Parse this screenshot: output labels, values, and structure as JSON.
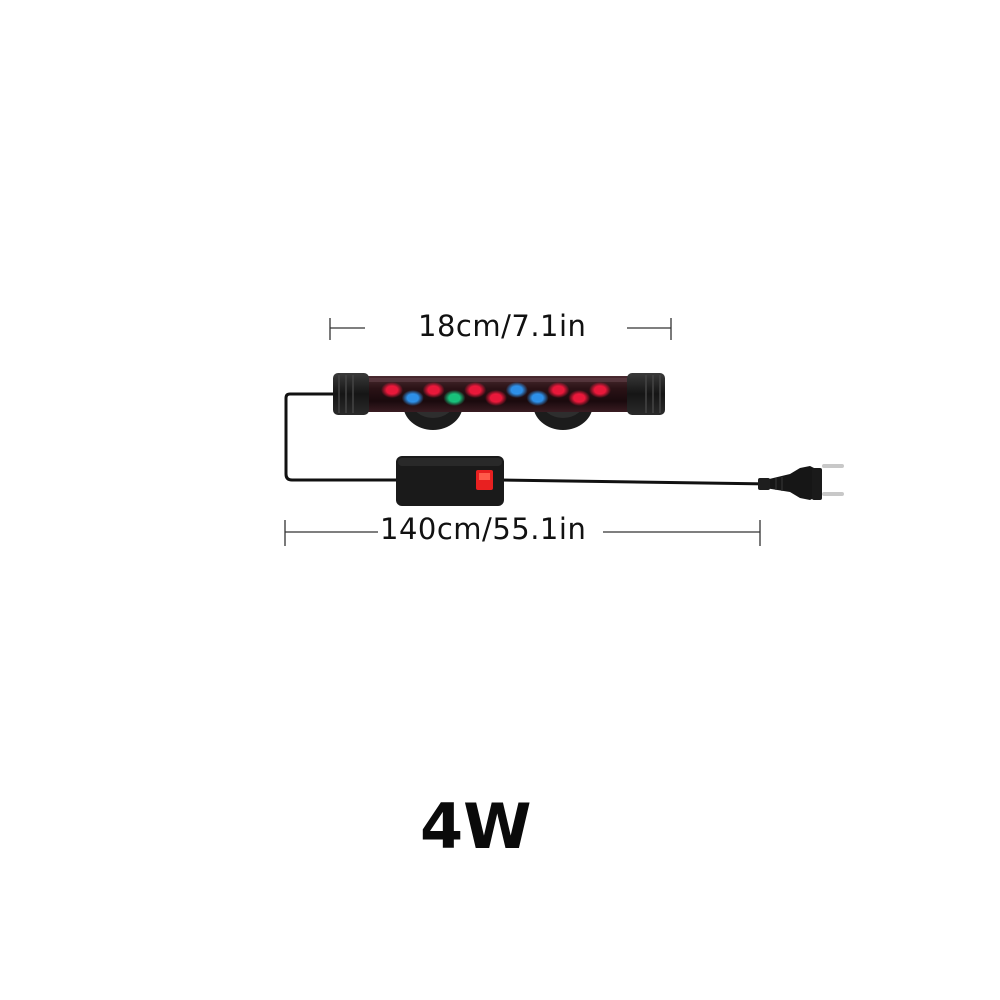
{
  "product": {
    "light_length_label": "18cm/7.1in",
    "cable_length_label": "140cm/55.1in",
    "wattage_label": "4W"
  },
  "led_colors": [
    "#e8183a",
    "#2d8fe8",
    "#e8183a",
    "#18c07a",
    "#e8183a",
    "#e8183a",
    "#2d8fe8",
    "#2d8fe8",
    "#e8183a",
    "#e8183a",
    "#e8183a"
  ],
  "icons": {
    "light_bar": "aquarium-led-light-bar-icon",
    "switch": "inline-switch-icon",
    "plug": "eu-plug-icon"
  }
}
